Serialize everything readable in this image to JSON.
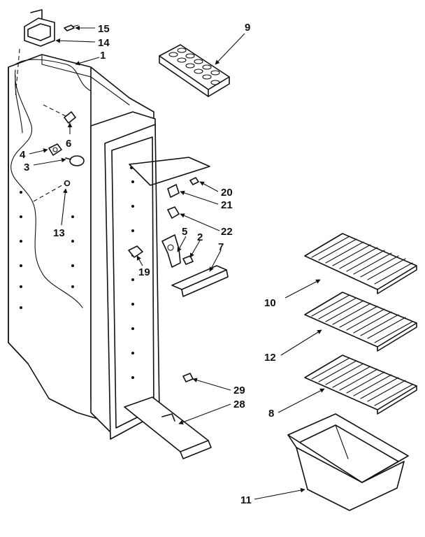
{
  "callouts": {
    "c1": "1",
    "c2": "2",
    "c3": "3",
    "c4": "4",
    "c5": "5",
    "c6": "6",
    "c7": "7",
    "c8": "8",
    "c9": "9",
    "c10": "10",
    "c11": "11",
    "c12": "12",
    "c13": "13",
    "c14": "14",
    "c15": "15",
    "c19": "19",
    "c20": "20",
    "c21": "21",
    "c22": "22",
    "c28": "28",
    "c29": "29"
  }
}
